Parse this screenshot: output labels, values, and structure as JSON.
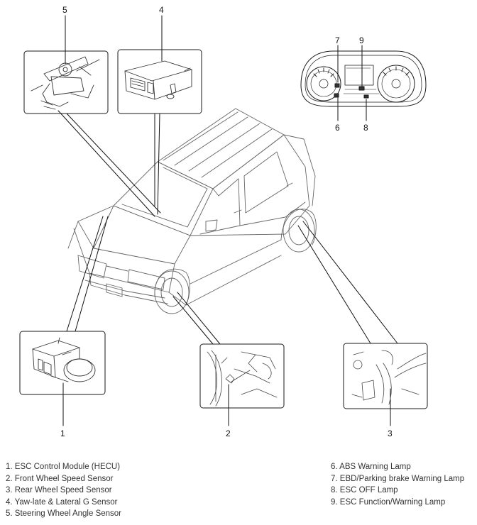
{
  "callouts": {
    "n1": "1",
    "n2": "2",
    "n3": "3",
    "n4": "4",
    "n5": "5",
    "n6": "6",
    "n7": "7",
    "n8": "8",
    "n9": "9"
  },
  "legend": {
    "left": [
      "1. ESC Control Module (HECU)",
      "2. Front Wheel Speed Sensor",
      "3. Rear Wheel Speed Sensor",
      "4. Yaw-late & Lateral G Sensor",
      "5. Steering Wheel Angle Sensor"
    ],
    "right": [
      "6. ABS Warning Lamp",
      "7. EBD/Parking brake Warning Lamp",
      "8. ESC OFF Lamp",
      "9. ESC Function/Warning Lamp"
    ]
  }
}
